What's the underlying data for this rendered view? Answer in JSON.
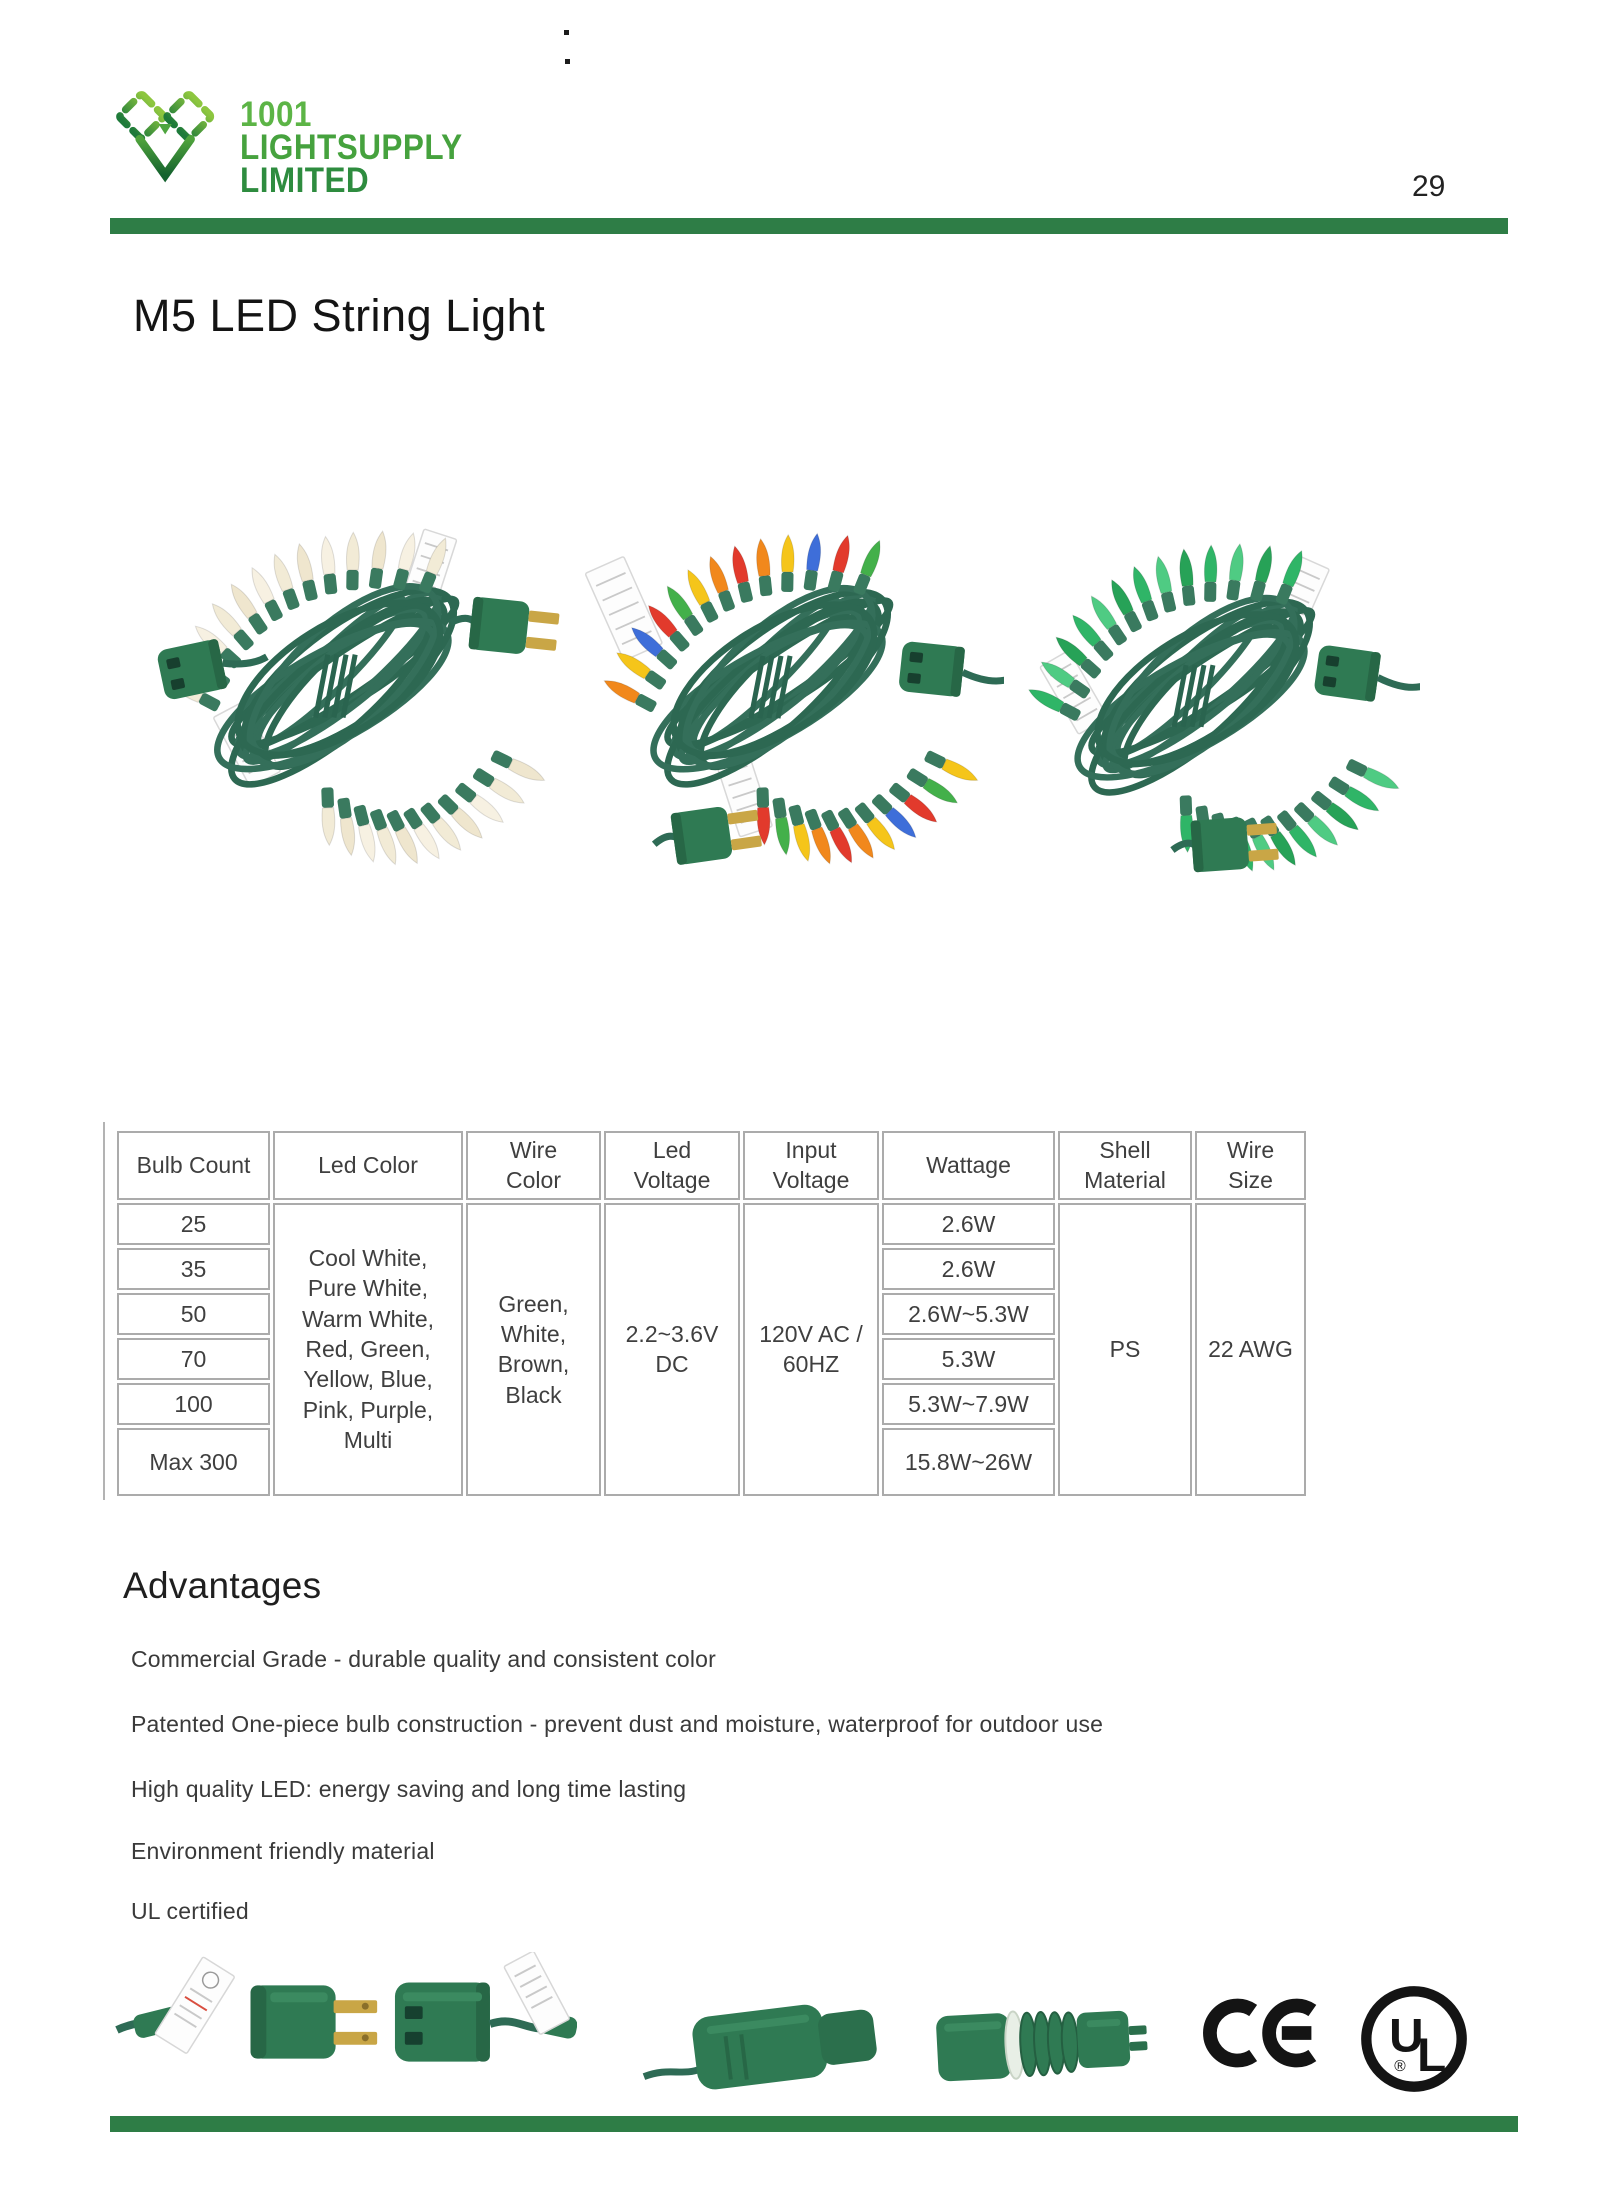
{
  "page": {
    "number": "29",
    "title": "M5 LED String Light"
  },
  "logo": {
    "line1": "1001",
    "line2": "LIGHTSUPPLY",
    "line3": "LIMITED"
  },
  "colors": {
    "brand_bar_green": "#2E7D46",
    "logo_green_light": "#8DC63F",
    "logo_green_dark": "#1E7A3A",
    "table_border_gray": "#ABABAB",
    "wire_green": "#2E6B55",
    "plug_green": "#2F7A53"
  },
  "product_images": [
    {
      "name": "white-led-string-light",
      "bulb_colors": [
        "#F2EBD6",
        "#EFE6CE",
        "#F7F1E2"
      ]
    },
    {
      "name": "multicolor-led-string-light",
      "bulb_colors": [
        "#F1881C",
        "#F5C51A",
        "#3E6ED9",
        "#E23A2C",
        "#43B04A",
        "#F5C51A",
        "#F1881C",
        "#E23A2C"
      ]
    },
    {
      "name": "green-led-string-light",
      "bulb_colors": [
        "#2FB567",
        "#4FCB83",
        "#27A257"
      ]
    }
  ],
  "spec_table": {
    "headers": [
      "Bulb Count",
      "Led Color",
      "Wire\nColor",
      "Led\nVoltage",
      "Input\nVoltage",
      "Wattage",
      "Shell\nMaterial",
      "Wire\nSize"
    ],
    "rows_bulb_count": [
      "25",
      "35",
      "50",
      "70",
      "100",
      "Max 300"
    ],
    "rows_wattage": [
      "2.6W",
      "2.6W",
      "2.6W~5.3W",
      "5.3W",
      "5.3W~7.9W",
      "15.8W~26W"
    ],
    "led_color": "Cool White,\nPure White,\nWarm White,\nRed, Green,\nYellow, Blue,\nPink, Purple,\nMulti",
    "wire_color": "Green,\nWhite,\nBrown,\nBlack",
    "led_voltage": "2.2~3.6V\nDC",
    "input_voltage": "120V AC /\n60HZ",
    "shell_material": "PS",
    "wire_size": "22 AWG"
  },
  "advantages": {
    "heading": "Advantages",
    "items": [
      "Commercial Grade -  durable quality and consistent color",
      "Patented One-piece bulb construction - prevent dust and moisture, waterproof for outdoor use",
      "High quality LED: energy saving and long time lasting",
      "Environment friendly material",
      "UL certified"
    ]
  },
  "certifications": {
    "ce_label": "CE",
    "ul_u": "U",
    "ul_l": "L",
    "registered": "®"
  }
}
